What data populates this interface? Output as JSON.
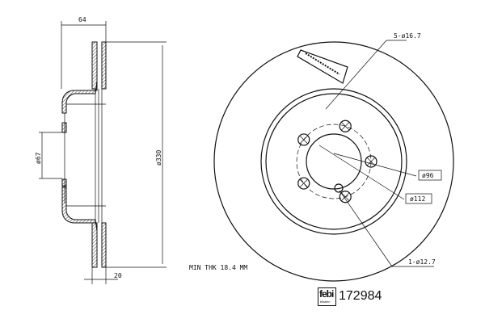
{
  "side_view": {
    "width_dim": "64",
    "hub_dia_dim": "ø67",
    "outer_dia_dim": "ø330",
    "thickness_dim": "20"
  },
  "front_view": {
    "bolt_holes": "5-ø16.7",
    "center_bore": "ø96",
    "pcd": "ø112",
    "locating_hole": "1-ø12.7"
  },
  "note": "MIN THK 18.4 MM",
  "brand": {
    "logo": "febi",
    "logo_sub": "bilstein"
  },
  "part_number": "172984"
}
